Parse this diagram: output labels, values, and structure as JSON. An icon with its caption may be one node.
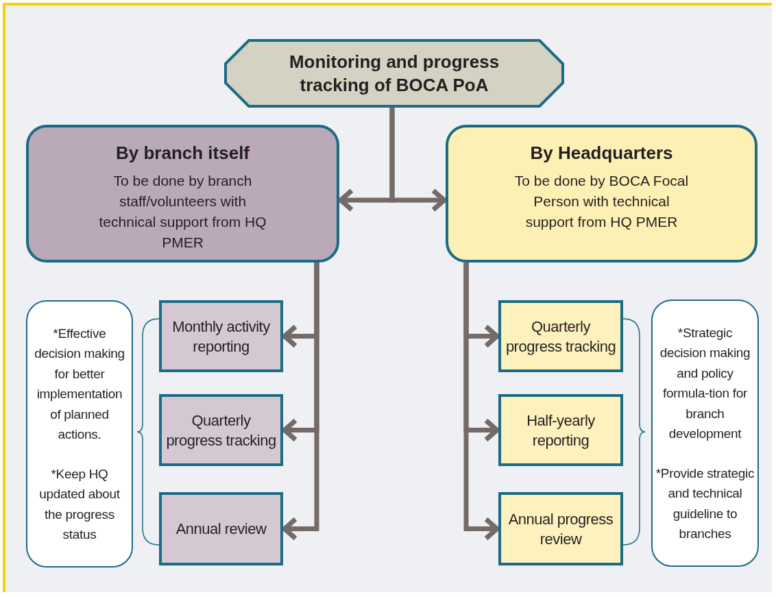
{
  "diagram": {
    "nodes": [
      {
        "text": [
          "Monitoring and progress tracking of BOCA PoA"
        ]
      },
      {
        "text": [
          "By branch itself",
          "To be done by branch staff/volunteers with technical support from HQ PMER"
        ]
      },
      {
        "text": [
          "By Headquarters",
          "To be done by BOCA Focal Person with technical support from HQ PMER"
        ]
      },
      {
        "text": [
          "Monthly activity reporting"
        ]
      },
      {
        "text": [
          "Quarterly progress tracking"
        ]
      },
      {
        "text": [
          "Annual review"
        ]
      },
      {
        "text": [
          "Quarterly progress tracking"
        ]
      },
      {
        "text": [
          "Half-yearly reporting"
        ]
      },
      {
        "text": [
          "Annual progress review"
        ]
      },
      {
        "text": [
          "*Effective decision making for better implementation of planned actions.",
          "*Keep HQ updated about the progress status"
        ]
      },
      {
        "text": [
          "*Strategic decision making and policy formula-tion for branch development",
          "*Provide strategic and technical guideline to branches"
        ]
      }
    ],
    "edges": [
      {
        "from": 0,
        "to": 1,
        "arrow": "to"
      },
      {
        "from": 0,
        "to": 2,
        "arrow": "to"
      },
      {
        "from": 1,
        "to": 3,
        "arrow": "to"
      },
      {
        "from": 1,
        "to": 4,
        "arrow": "to"
      },
      {
        "from": 1,
        "to": 5,
        "arrow": "to"
      },
      {
        "from": 2,
        "to": 6,
        "arrow": "to"
      },
      {
        "from": 2,
        "to": 7,
        "arrow": "to"
      },
      {
        "from": 2,
        "to": 8,
        "arrow": "to"
      }
    ]
  }
}
